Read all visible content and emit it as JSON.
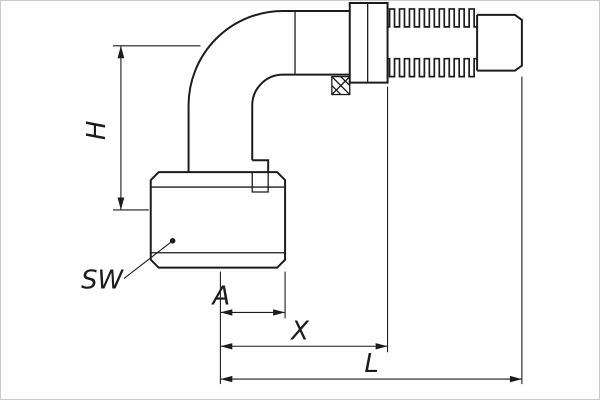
{
  "drawing": {
    "background": "#ffffff",
    "line_color": "#1c1c1c",
    "frame_color": "#c9c9c9",
    "labels": {
      "h": "H",
      "sw": "SW",
      "a": "A",
      "x": "X",
      "l": "L"
    }
  }
}
